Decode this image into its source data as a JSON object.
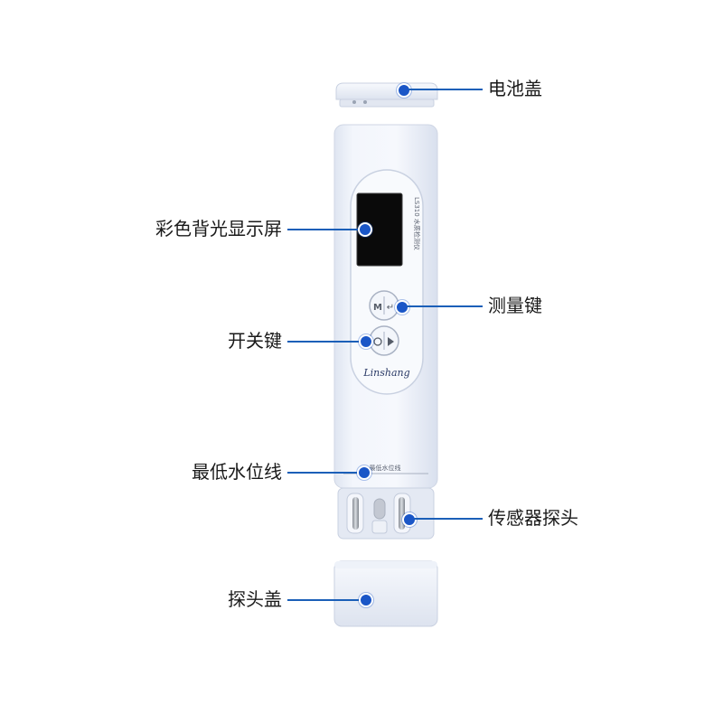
{
  "device": {
    "model_text": "LS310 水质检测仪",
    "brand_text": "Linshang",
    "waterline_text": "最低水位线",
    "measure_button_glyph": "M/↵",
    "power_button_glyph": "⏻/▶"
  },
  "callouts": [
    {
      "id": "battery-cover",
      "text": "电池盖",
      "side": "right"
    },
    {
      "id": "color-display",
      "text": "彩色背光显示屏",
      "side": "left"
    },
    {
      "id": "measure-key",
      "text": "测量键",
      "side": "right"
    },
    {
      "id": "power-key",
      "text": "开关键",
      "side": "left"
    },
    {
      "id": "min-waterline",
      "text": "最低水位线",
      "side": "left"
    },
    {
      "id": "sensor-probe",
      "text": "传感器探头",
      "side": "right"
    },
    {
      "id": "probe-cover",
      "text": "探头盖",
      "side": "left"
    }
  ],
  "colors": {
    "accent": "#1a56c7",
    "body": "#eef2fa",
    "screen": "#0a0a0a",
    "text": "#1a1a1a"
  }
}
